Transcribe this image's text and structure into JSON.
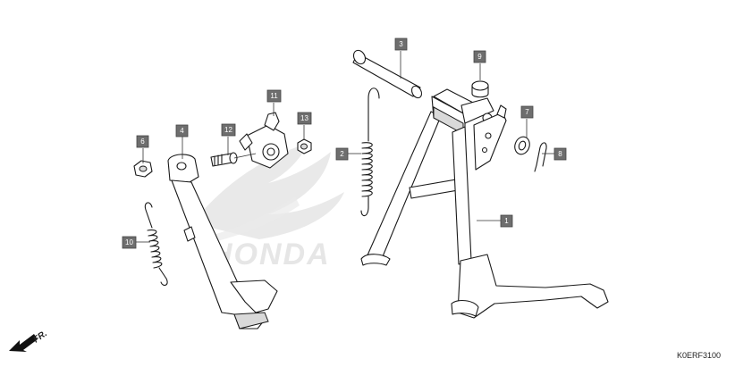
{
  "diagram_code": "K0ERF3100",
  "watermark_text": "HONDA",
  "front_indicator": "FR.",
  "callouts": [
    {
      "id": "c1",
      "label": "1"
    },
    {
      "id": "c2",
      "label": "2"
    },
    {
      "id": "c3",
      "label": "3"
    },
    {
      "id": "c4",
      "label": "4"
    },
    {
      "id": "c6",
      "label": "6"
    },
    {
      "id": "c7",
      "label": "7"
    },
    {
      "id": "c8",
      "label": "8"
    },
    {
      "id": "c9",
      "label": "9"
    },
    {
      "id": "c10",
      "label": "10"
    },
    {
      "id": "c11",
      "label": "11"
    },
    {
      "id": "c12",
      "label": "12"
    },
    {
      "id": "c13",
      "label": "13"
    }
  ]
}
